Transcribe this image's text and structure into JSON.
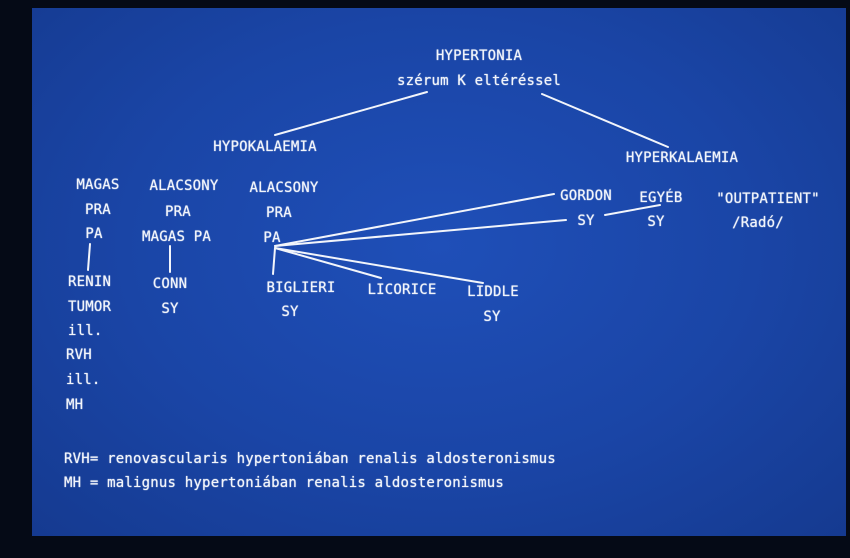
{
  "root": {
    "line1": "HYPERTONIA",
    "line2": "szérum K eltéréssel"
  },
  "hypokalaemia": "HYPOKALAEMIA",
  "hyperkalaemia": "HYPERKALAEMIA",
  "col1": {
    "l1": "MAGAS",
    "l2": "PRA",
    "l3": "PA",
    "r1": "RENIN",
    "r2": "TUMOR",
    "r3": "ill.",
    "r4": "RVH",
    "r5": "ill.",
    "r6": "MH"
  },
  "col2": {
    "l1": "ALACSONY",
    "l2": "PRA",
    "l3": "MAGAS PA",
    "r1": "CONN",
    "r2": "SY"
  },
  "col3": {
    "l1": "ALACSONY",
    "l2": "PRA",
    "l3": "PA"
  },
  "biglieri": {
    "l1": "BIGLIERI",
    "l2": "SY"
  },
  "licorice": "LICORICE",
  "liddle": {
    "l1": "LIDDLE",
    "l2": "SY"
  },
  "gordon": {
    "l1": "GORDON",
    "l2": "SY"
  },
  "egyeb": {
    "l1": "EGYÉB",
    "l2": "SY"
  },
  "outpatient": {
    "l1": "\"OUTPATIENT\"",
    "l2": "/Radó/"
  },
  "footnotes": {
    "rvh": "RVH= renovascularis hypertoniában renalis aldosteronismus",
    "mh": "MH = malignus hypertoniában renalis aldosteronismus"
  },
  "colors": {
    "background": "#1a45a6",
    "text": "#f2f5fb",
    "frame": "#050a16"
  }
}
